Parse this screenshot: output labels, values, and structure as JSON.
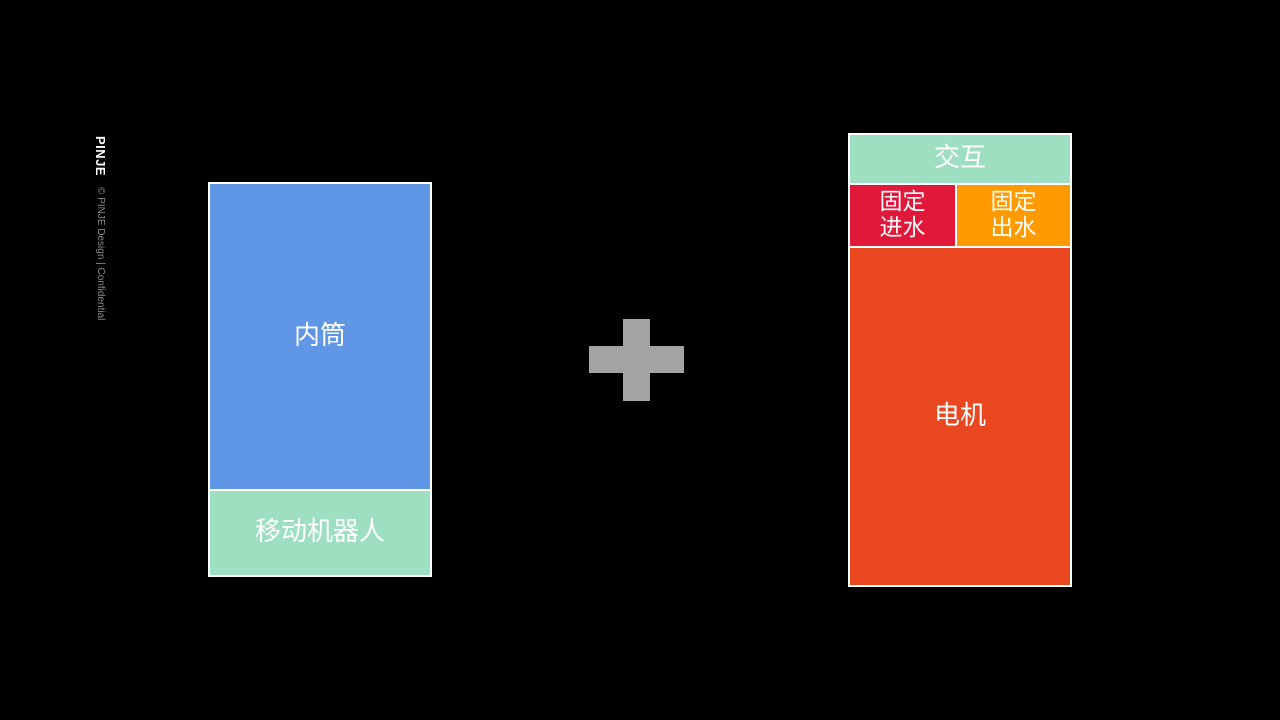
{
  "sidebar": {
    "brand": "PINJE",
    "copyright": "© PINJE Design | Confidential"
  },
  "left_module": {
    "inner_drum": "内筒",
    "mobile_robot": "移动机器人"
  },
  "operator": {
    "icon": "plus-icon"
  },
  "right_module": {
    "interaction": "交互",
    "fixed_inlet": [
      "固定",
      "进水"
    ],
    "fixed_outlet": [
      "固定",
      "出水"
    ],
    "motor": "电机"
  },
  "colors": {
    "background": "#000000",
    "inner_drum": "#6096e6",
    "mobile_robot": "#9ddfc0",
    "interaction": "#9ddfc0",
    "fixed_inlet": "#e0193a",
    "fixed_outlet": "#ff9a00",
    "motor": "#e84720",
    "plus": "#a3a3a3",
    "border": "#ffffff"
  }
}
